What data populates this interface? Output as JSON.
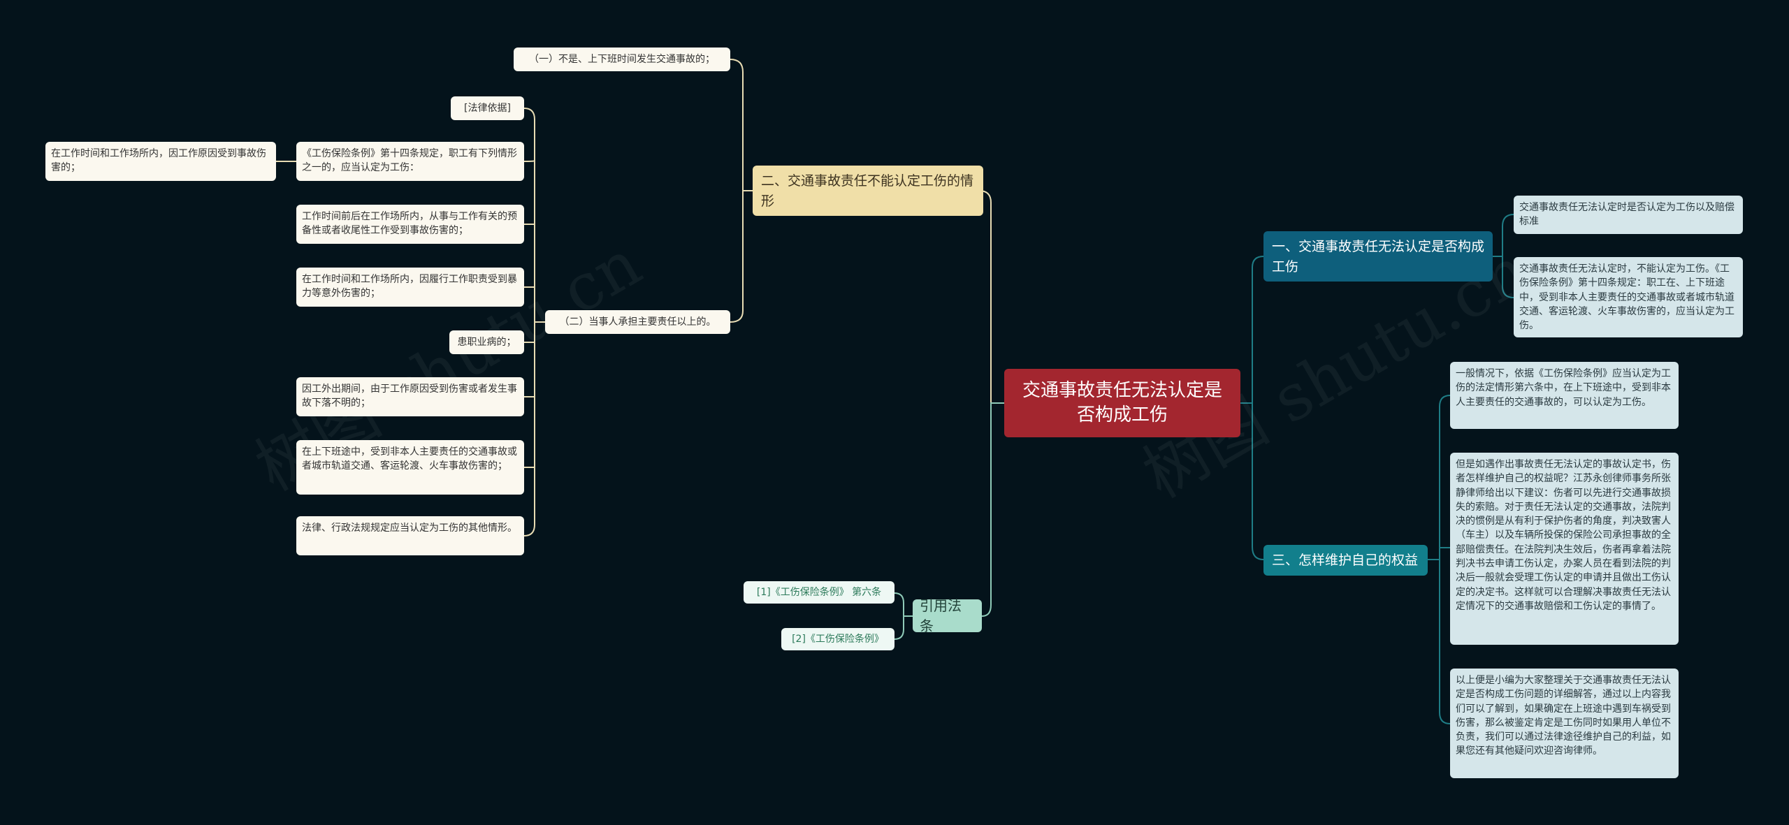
{
  "root": {
    "label": "交通事故责任无法认定是否构成工伤"
  },
  "branch2": {
    "label": "二、交通事故责任不能认定工伤的情形",
    "item1": "（一）不是、上下班时间发生交通事故的；",
    "item2": "（二）当事人承担主要责任以上的。",
    "sub": [
      "[法律依据]",
      "《工伤保险条例》第十四条规定，职工有下列情形之一的，应当认定为工伤：",
      "工作时间前后在工作场所内，从事与工作有关的预备性或者收尾性工作受到事故伤害的；",
      "在工作时间和工作场所内，因履行工作职责受到暴力等意外伤害的；",
      "患职业病的；",
      "因工外出期间，由于工作原因受到伤害或者发生事故下落不明的；",
      "在上下班途中，受到非本人主要责任的交通事故或者城市轨道交通、客运轮渡、火车事故伤害的；",
      "法律、行政法规规定应当认定为工伤的其他情形。"
    ],
    "subsub": "在工作时间和工作场所内，因工作原因受到事故伤害的；"
  },
  "branch_refs": {
    "label": "引用法条",
    "ref1": "[1]《工伤保险条例》 第六条",
    "ref2": "[2]《工伤保险条例》"
  },
  "branch1": {
    "label": "一、交通事故责任无法认定是否构成工伤",
    "leaf1": "交通事故责任无法认定时是否认定为工伤以及赔偿标准",
    "leaf2": "交通事故责任无法认定时，不能认定为工伤。《工伤保险条例》第十四条规定：职工在、上下班途中，受到非本人主要责任的交通事故或者城市轨道交通、客运轮渡、火车事故伤害的，应当认定为工伤。"
  },
  "branch3": {
    "label": "三、怎样维护自己的权益",
    "leaf1": "一般情况下，依据《工伤保险条例》应当认定为工伤的法定情形第六条中，在上下班途中，受到非本人主要责任的交通事故的，可以认定为工伤。",
    "leaf2": "但是如遇作出事故责任无法认定的事故认定书，伤者怎样维护自己的权益呢？江苏永创律师事务所张静律师给出以下建议：伤者可以先进行交通事故损失的索赔。对于责任无法认定的交通事故，法院判决的惯例是从有利于保护伤者的角度，判决致害人（车主）以及车辆所投保的保险公司承担事故的全部赔偿责任。在法院判决生效后，伤者再拿着法院判决书去申请工伤认定，办案人员在看到法院的判决后一般就会受理工伤认定的申请并且做出工伤认定的决定书。这样就可以合理解决事故责任无法认定情况下的交通事故赔偿和工伤认定的事情了。",
    "leaf3": "以上便是小编为大家整理关于交通事故责任无法认定是否构成工伤问题的详细解答，通过以上内容我们可以了解到，如果确定在上班途中遇到车祸受到伤害，那么被鉴定肯定是工伤同时如果用人单位不负责，我们可以通过法律途径维护自己的利益，如果您还有其他疑问欢迎咨询律师。"
  },
  "colors": {
    "background": "#04131b",
    "root": "#a3262f",
    "branch_tan": "#f0dfa8",
    "branch_blue1": "#0e5f7c",
    "branch_blue2": "#127f8c",
    "branch_green": "#a9dccb",
    "line_left": "#e8dcb4",
    "line_right": "#1f7d86",
    "line_refs": "#8fcbb8"
  }
}
